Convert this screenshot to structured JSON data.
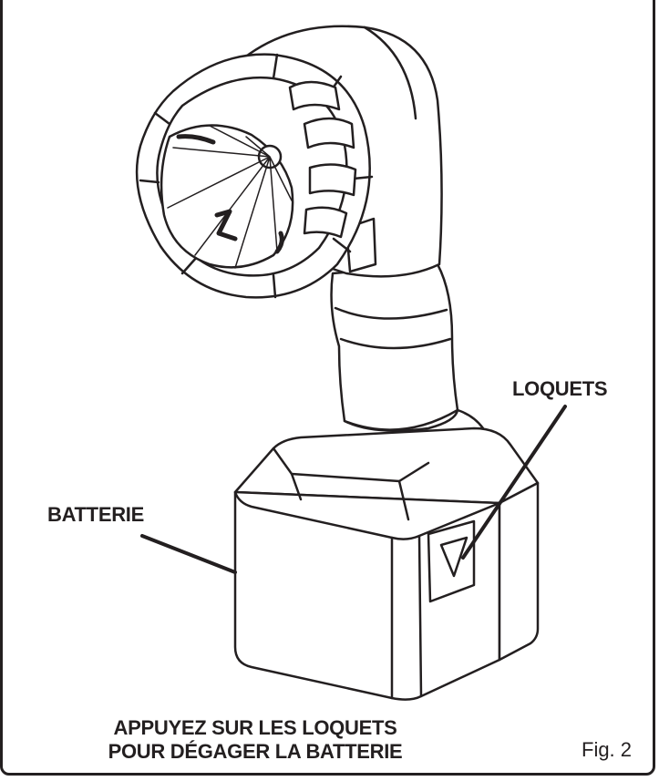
{
  "labels": {
    "battery": "BATTERIE",
    "latches": "LOQUETS"
  },
  "caption": {
    "line1": "APPUYEZ SUR LES LOQUETS",
    "line2": "POUR DÉGAGER LA BATTERIE"
  },
  "figure_number": "Fig. 2",
  "colors": {
    "ink": "#231f20",
    "paper": "#ffffff"
  }
}
